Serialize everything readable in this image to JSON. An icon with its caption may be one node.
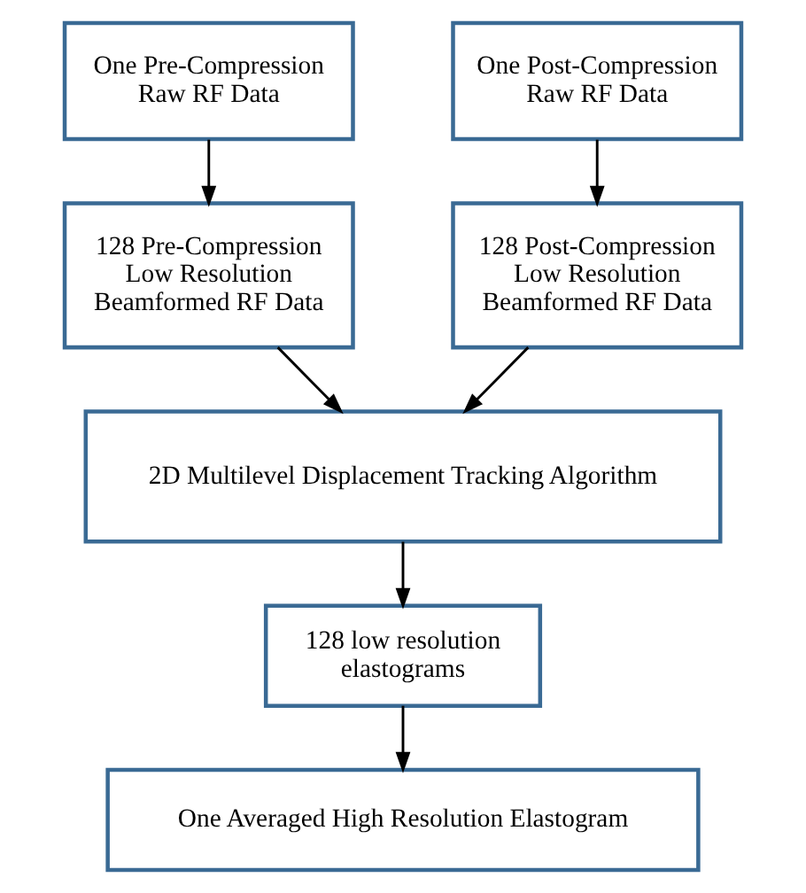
{
  "diagram": {
    "nodes": [
      {
        "text": [
          "One Pre-Compression Raw RF Data"
        ]
      },
      {
        "text": [
          "One Post-Compression Raw RF Data"
        ]
      },
      {
        "text": [
          "128 Pre-Compression Low Resolution Beamformed RF Data"
        ]
      },
      {
        "text": [
          "128 Post-Compression Low Resolution Beamformed RF Data"
        ]
      },
      {
        "text": [
          "2D Multilevel Displacement Tracking Algorithm"
        ]
      },
      {
        "text": [
          "128 low resolution elastograms"
        ]
      },
      {
        "text": [
          "One Averaged High Resolution Elastogram"
        ]
      }
    ],
    "edges": [
      {
        "from": 0,
        "to": 2,
        "arrow": "to"
      },
      {
        "from": 1,
        "to": 3,
        "arrow": "to"
      },
      {
        "from": 2,
        "to": 4,
        "arrow": "to"
      },
      {
        "from": 3,
        "to": 4,
        "arrow": "to"
      },
      {
        "from": 4,
        "to": 5,
        "arrow": "to"
      },
      {
        "from": 5,
        "to": 6,
        "arrow": "to"
      }
    ]
  }
}
